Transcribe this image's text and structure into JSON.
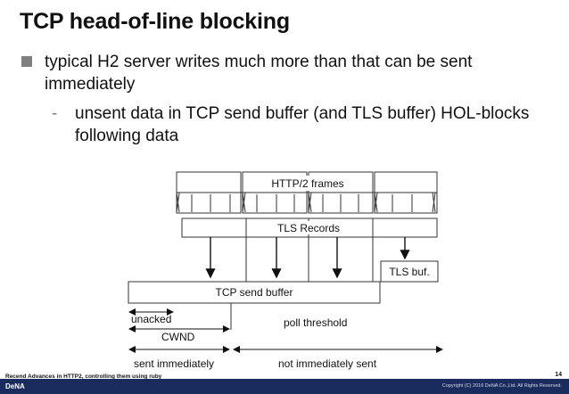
{
  "slide": {
    "title": "TCP head-of-line blocking",
    "bullets": [
      "typical H2 server writes much more than that can be sent immediately",
      "unsent data in TCP send buffer (and TLS buffer) HOL-blocks following data"
    ]
  },
  "diagram": {
    "http2_frames_label": "HTTP/2 frames",
    "tls_records_label": "TLS Records",
    "tls_buf_label": "TLS buf.",
    "tcp_send_buffer_label": "TCP send buffer",
    "unacked_label": "unacked",
    "cwnd_label": "CWND",
    "poll_threshold_label": "poll threshold",
    "sent_immediately_label": "sent immediately",
    "not_immediately_sent_label": "not immediately sent"
  },
  "footer": {
    "talk_title": "Recend Advances in HTTP2, controlling them using ruby",
    "page_number": "14",
    "logo": "DeNA",
    "copyright": "Copyright (C) 2016 DeNA Co.,Ltd. All Rights Reserved."
  }
}
